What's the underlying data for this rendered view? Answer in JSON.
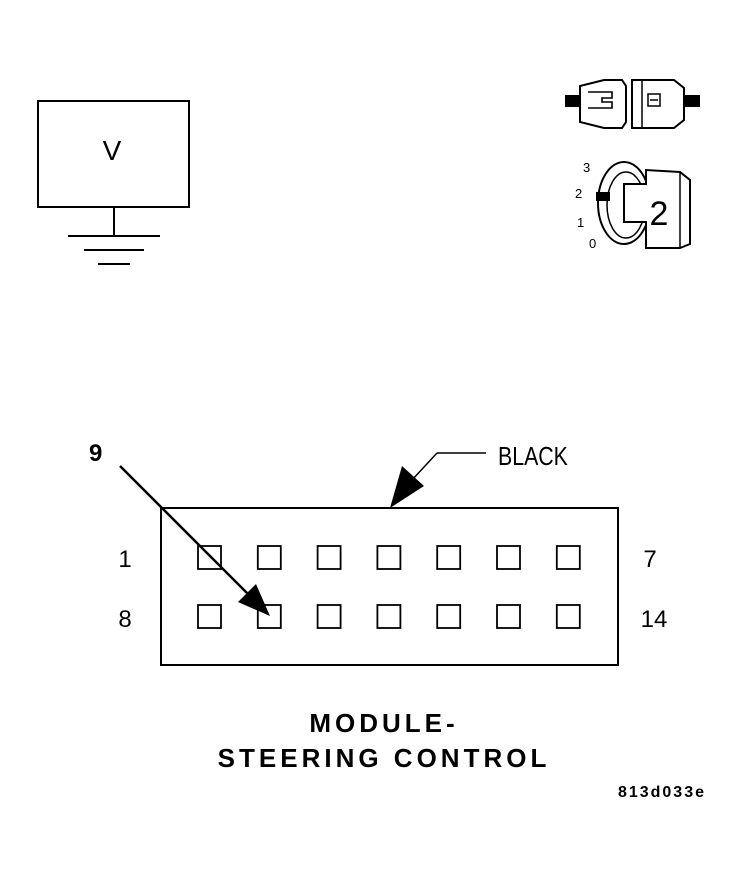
{
  "meter": {
    "label": "V"
  },
  "ignition": {
    "positions": [
      "3",
      "2",
      "1",
      "0"
    ],
    "key_position": "2"
  },
  "connector": {
    "color_label": "BLACK",
    "pointer_label": "9",
    "row1_start": "1",
    "row1_end": "7",
    "row2_start": "8",
    "row2_end": "14",
    "pins_per_row": 7
  },
  "caption": {
    "line1": "MODULE-",
    "line2": "STEERING CONTROL"
  },
  "figure_code": "813d033e",
  "colors": {
    "ink": "#000000",
    "background": "#ffffff"
  }
}
